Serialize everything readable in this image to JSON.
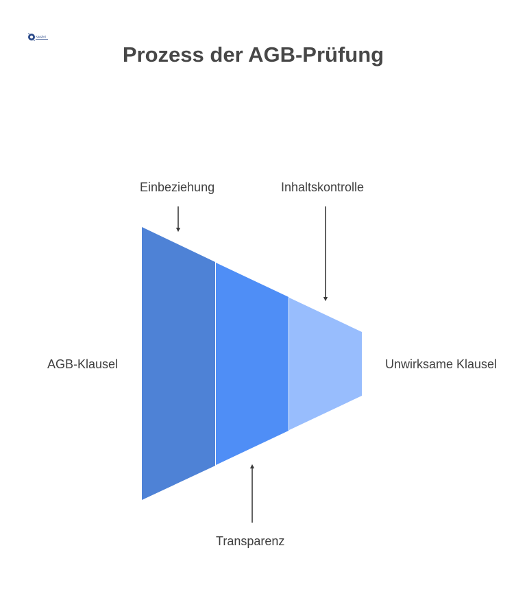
{
  "title": "Prozess der AGB-Prüfung",
  "logo": {
    "icon": "brand-logo-icon",
    "text": "Kanzlei"
  },
  "stages": [
    {
      "label": "Einbeziehung",
      "color": "#4E82D6"
    },
    {
      "label": "Transparenz",
      "color": "#4F8EF6"
    },
    {
      "label": "Inhaltskontrolle",
      "color": "#98BDFD"
    }
  ],
  "input_label": "AGB-Klausel",
  "output_label": "Unwirksame Klausel",
  "colors": {
    "arrow": "#3a3a3a",
    "text": "#3f3f3f",
    "title": "#474747"
  }
}
